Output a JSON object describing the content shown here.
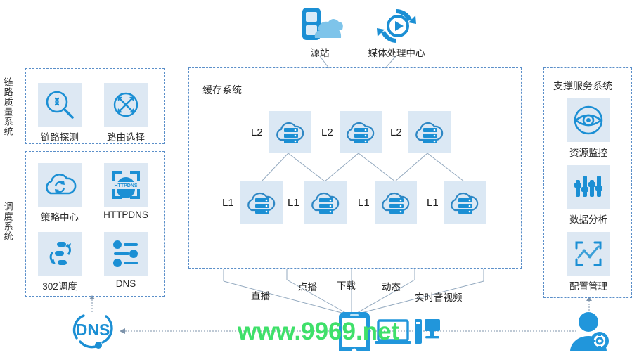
{
  "diagram": {
    "title_cache": "缓存系统",
    "title_support": "支撑服务系统"
  },
  "top_nodes": [
    {
      "id": "origin",
      "label": "源站",
      "icon": "origin-server-cloud-icon"
    },
    {
      "id": "media",
      "label": "媒体处理中心",
      "icon": "media-play-refresh-icon"
    }
  ],
  "left_groups": [
    {
      "id": "link-quality",
      "side_label": "链路质量系统",
      "items": [
        {
          "label": "链路探测",
          "icon": "link-probe-magnifier-icon"
        },
        {
          "label": "路由选择",
          "icon": "route-select-arrows-icon"
        }
      ]
    },
    {
      "id": "scheduling",
      "side_label": "调度系统",
      "items": [
        {
          "label": "策略中心",
          "icon": "policy-cloud-refresh-icon"
        },
        {
          "label": "HTTPDNS",
          "icon": "httpdns-bracket-icon"
        },
        {
          "label": "302调度",
          "icon": "redirect-302-icon"
        },
        {
          "label": "DNS",
          "icon": "dns-sliders-icon"
        }
      ]
    }
  ],
  "cache_system": {
    "label": "缓存系统",
    "l2_nodes": [
      {
        "label": "L2",
        "icon": "cloud-server-icon"
      },
      {
        "label": "L2",
        "icon": "cloud-server-icon"
      },
      {
        "label": "L2",
        "icon": "cloud-server-icon"
      }
    ],
    "l1_nodes": [
      {
        "label": "L1",
        "icon": "cloud-server-icon"
      },
      {
        "label": "L1",
        "icon": "cloud-server-icon"
      },
      {
        "label": "L1",
        "icon": "cloud-server-icon"
      },
      {
        "label": "L1",
        "icon": "cloud-server-icon"
      }
    ]
  },
  "support_system": {
    "side_label": "支撑服务系统",
    "items": [
      {
        "label": "资源监控",
        "icon": "eye-monitor-icon"
      },
      {
        "label": "数据分析",
        "icon": "analytics-sliders-icon"
      },
      {
        "label": "配置管理",
        "icon": "config-chart-icon"
      }
    ]
  },
  "flow_labels": [
    {
      "text": "直播"
    },
    {
      "text": "点播"
    },
    {
      "text": "下载"
    },
    {
      "text": "动态"
    },
    {
      "text": "实时音视频"
    }
  ],
  "bottom_nodes": [
    {
      "id": "dns",
      "label": "DNS",
      "icon": "dns-circle-icon"
    },
    {
      "id": "client",
      "label": "",
      "icon": "client-devices-icon"
    },
    {
      "id": "user",
      "label": "",
      "icon": "user-gear-icon"
    }
  ],
  "watermark": {
    "text": "www.9969.net",
    "color": "#3fe06a"
  },
  "colors": {
    "accent": "#1b8fd4",
    "tile_bg": "#dde8f3",
    "dashed_border": "#5b8fc9",
    "line": "#8fa6bd"
  }
}
